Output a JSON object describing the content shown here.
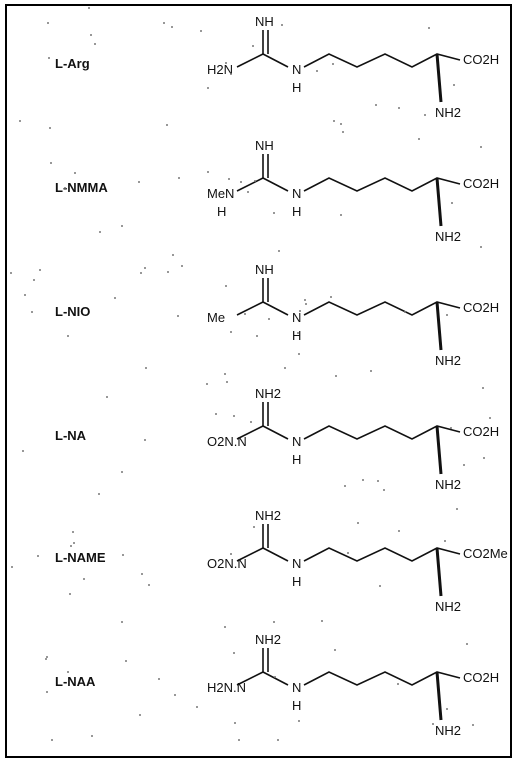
{
  "compounds": [
    {
      "name": "L-Arg",
      "left_group": "H2N",
      "top_group": "NH",
      "sub_h": "",
      "nh_link": "N",
      "nh_h": "H",
      "acid": "CO2H",
      "amine": "NH2"
    },
    {
      "name": "L-NMMA",
      "left_group": "MeN",
      "top_group": "NH",
      "sub_h": "H",
      "nh_link": "N",
      "nh_h": "H",
      "acid": "CO2H",
      "amine": "NH2"
    },
    {
      "name": "L-NIO",
      "left_group": "Me",
      "top_group": "NH",
      "sub_h": "",
      "nh_link": "N",
      "nh_h": "H",
      "acid": "CO2H",
      "amine": "NH2"
    },
    {
      "name": "L-NA",
      "left_group": "O2N.N",
      "top_group": "NH2",
      "sub_h": "",
      "nh_link": "N",
      "nh_h": "H",
      "acid": "CO2H",
      "amine": "NH2"
    },
    {
      "name": "L-NAME",
      "left_group": "O2N.N",
      "top_group": "NH2",
      "sub_h": "",
      "nh_link": "N",
      "nh_h": "H",
      "acid": "CO2Me",
      "amine": "NH2"
    },
    {
      "name": "L-NAA",
      "left_group": "H2N.N",
      "top_group": "NH2",
      "sub_h": "",
      "nh_link": "N",
      "nh_h": "H",
      "acid": "CO2H",
      "amine": "NH2"
    }
  ]
}
